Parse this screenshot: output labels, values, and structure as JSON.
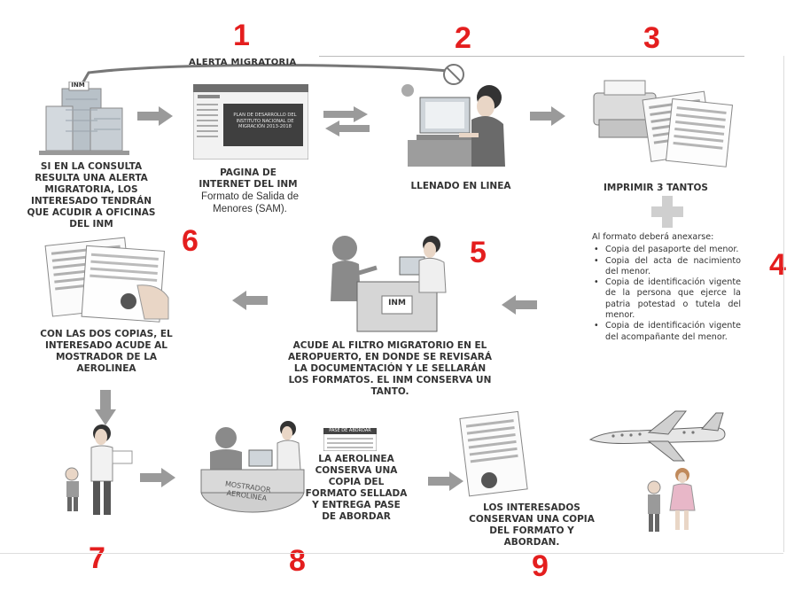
{
  "step_numbers": [
    "1",
    "2",
    "3",
    "4",
    "5",
    "6",
    "7",
    "8",
    "9"
  ],
  "alert_label": "ALERTA MIGRATORIA",
  "captions": {
    "step1": "SI EN LA CONSULTA RESULTA UNA ALERTA MIGRATORIA, LOS INTERESADO TENDRÁN QUE ACUDIR  A OFICINAS DEL INM",
    "web_title": "PAGINA DE INTERNET DEL INM",
    "web_sub": "Formato de Salida de Menores (SAM).",
    "step2": "LLENADO EN LINEA",
    "step3": "IMPRIMIR 3 TANTOS",
    "step5": "ACUDE AL FILTRO MIGRATORIO  EN EL AEROPUERTO,  EN DONDE SE REVISARÁ LA DOCUMENTACIÓN Y LE SELLARÁN LOS FORMATOS. EL INM CONSERVA UN TANTO.",
    "step6": "CON LAS DOS COPIAS, EL INTERESADO ACUDE AL MOSTRADOR DE LA AEROLINEA",
    "step8": "LA AEROLINEA CONSERVA UNA COPIA DEL FORMATO SELLADA Y ENTREGA PASE DE ABORDAR",
    "step9": "LOS INTERESADOS CONSERVAN UNA COPIA DEL FORMATO Y ABORDAN."
  },
  "requirements": {
    "intro": "Al formato deberá anexarse:",
    "items": [
      "Copia del pasaporte del menor.",
      "Copia del acta de nacimiento del menor.",
      "Copia de identificación vigente de la persona que ejerce la patria potestad o tutela del menor.",
      "Copia de identificación vigente del acompañante del menor."
    ]
  },
  "labels": {
    "inm_logo": "INM",
    "screen_text": "PLAN DE DESARROLLO DEL INSTITUTO NACIONAL DE MIGRACIÓN 2013-2018",
    "counter_text": "MOSTRADOR AEROLINEA",
    "boarding_pass": "PASE DE ABORDAR"
  },
  "colors": {
    "number_red": "#e41e1e",
    "arrow_gray": "#9a9a9a",
    "skin": "#e9d6c6"
  }
}
